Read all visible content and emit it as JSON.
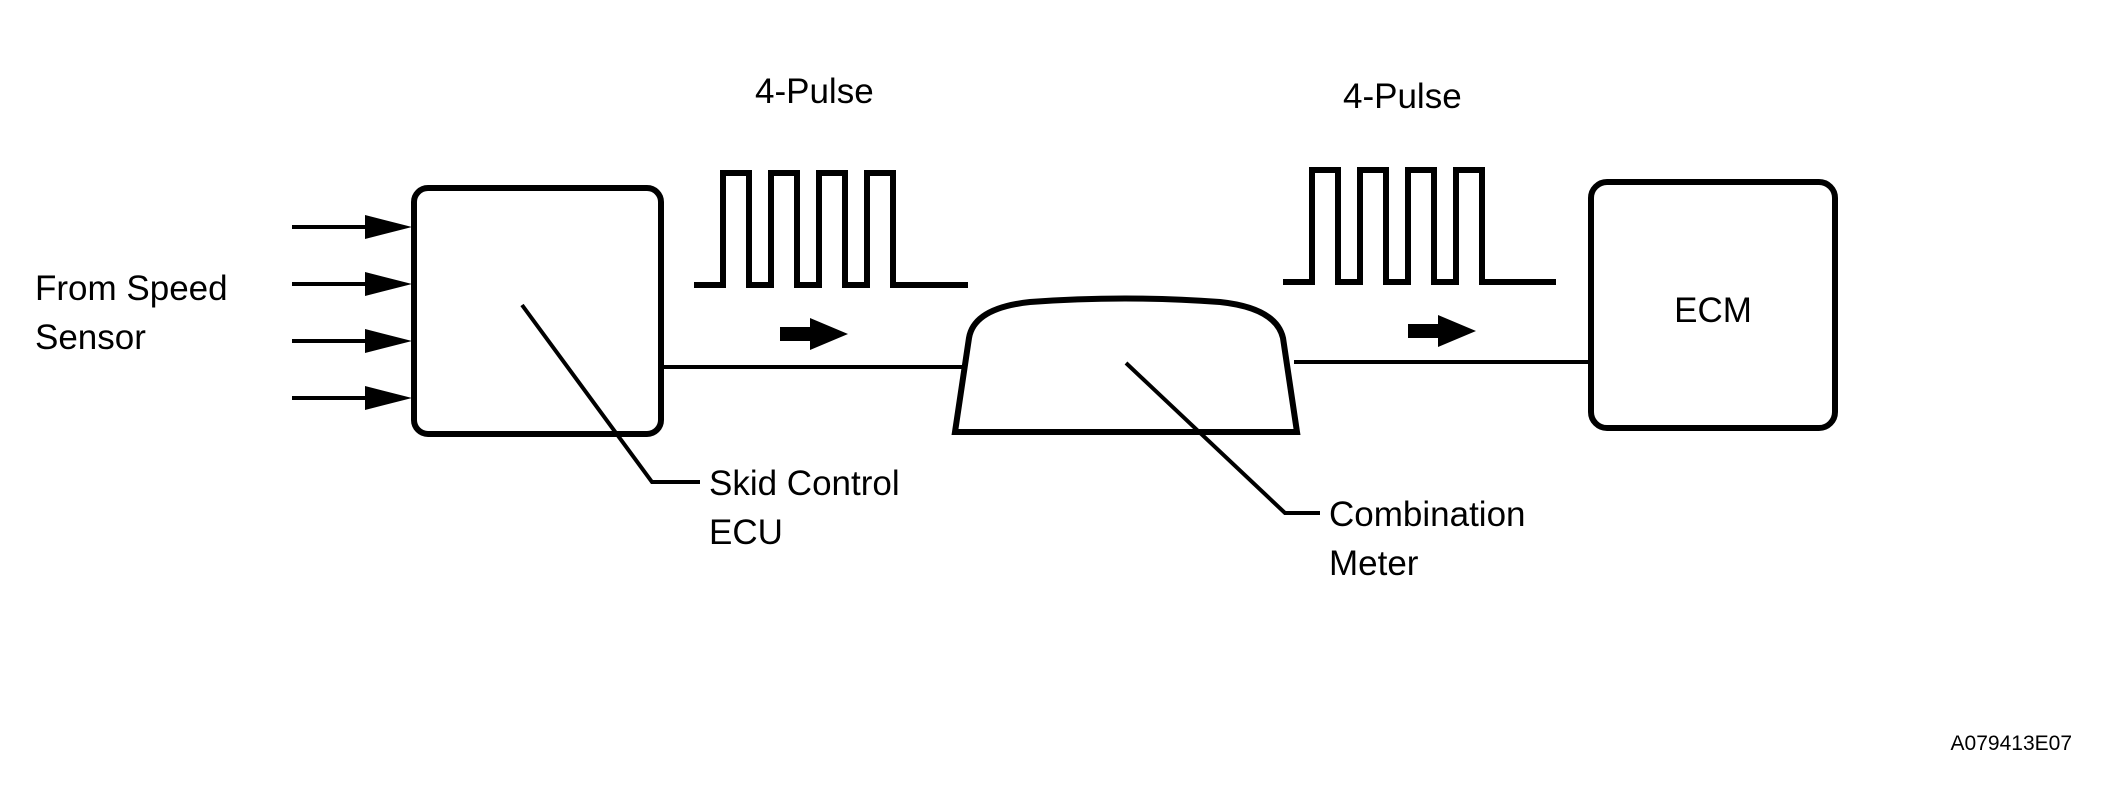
{
  "labels": {
    "from_speed_sensor_line1": "From Speed",
    "from_speed_sensor_line2": "Sensor",
    "pulse_left": "4-Pulse",
    "pulse_right": "4-Pulse",
    "skid_control_line1": "Skid Control",
    "skid_control_line2": "ECU",
    "combination_line1": "Combination",
    "combination_line2": "Meter",
    "ecm": "ECM",
    "figure_code": "A079413E07"
  },
  "pulse_count": 4,
  "colors": {
    "line": "#000000",
    "background": "#ffffff"
  }
}
